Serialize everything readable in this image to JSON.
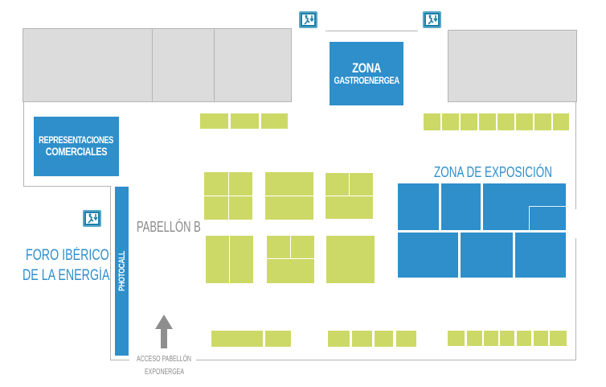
{
  "map": {
    "zones": {
      "representaciones": [
        "REPRESENTACIONES",
        "COMERCIALES"
      ],
      "gastro": [
        "ZONA",
        "GASTROENERGEA"
      ],
      "exposicion": "ZONA DE EXPOSICIÓN",
      "foro": [
        "FORO IBÉRICO",
        "DE LA ENERGÍA"
      ],
      "pabellon": "PABELLÓN B",
      "photocall": "PHOTOCALL",
      "acceso": [
        "ACCESO PABELLÓN",
        "EXPONERGEA"
      ]
    },
    "icons": [
      "emergency-exit-icon",
      "emergency-exit-icon",
      "emergency-exit-icon",
      "arrow-up-icon"
    ],
    "colors": {
      "blue": "#2e8fcb",
      "green": "#cdd966",
      "gray": "#dcdcdc",
      "wall": "#b5b5b5"
    }
  }
}
